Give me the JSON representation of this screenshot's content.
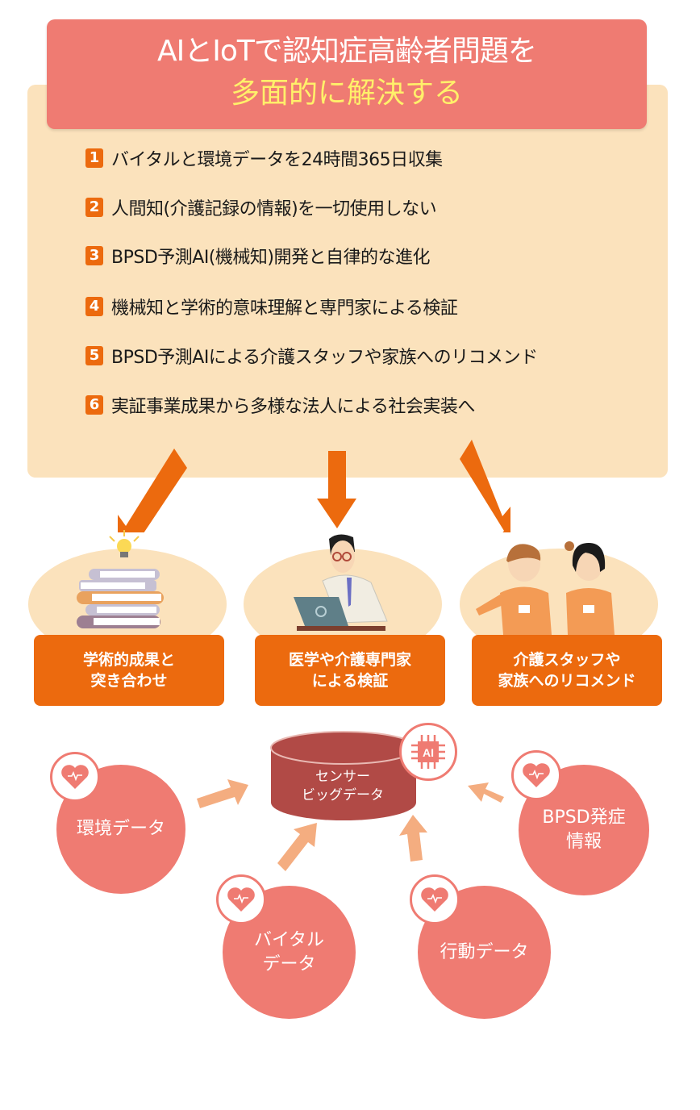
{
  "title": {
    "line1": "AIとIoTで認知症高齢者問題を",
    "line2": "多面的に解決する"
  },
  "points": [
    {
      "num": "1",
      "text": "バイタルと環境データを24時間365日収集"
    },
    {
      "num": "2",
      "text": "人間知(介護記録の情報)を一切使用しない"
    },
    {
      "num": "3",
      "text": "BPSD予測AI(機械知)開発と自律的な進化"
    },
    {
      "num": "4",
      "text": "機械知と学術的意味理解と専門家による検証"
    },
    {
      "num": "5",
      "text": "BPSD予測AIによる介護スタッフや家族へのリコメンド"
    },
    {
      "num": "6",
      "text": "実証事業成果から多様な法人による社会実装へ"
    }
  ],
  "results": [
    {
      "line1": "学術的成果と",
      "line2": "突き合わせ",
      "illustration": "books-lightbulb"
    },
    {
      "line1": "医学や介護専門家",
      "line2": "による検証",
      "illustration": "doctor-laptop"
    },
    {
      "line1": "介護スタッフや",
      "line2": "家族へのリコメンド",
      "illustration": "care-staff"
    }
  ],
  "database": {
    "line1": "センサー",
    "line2": "ビッグデータ",
    "badge": "AI"
  },
  "sources": [
    {
      "line1": "環境データ",
      "line2": ""
    },
    {
      "line1": "BPSD発症",
      "line2": "情報"
    },
    {
      "line1": "バイタル",
      "line2": "データ"
    },
    {
      "line1": "行動データ",
      "line2": ""
    }
  ],
  "colors": {
    "coral": "#ef7b72",
    "orange": "#ec6a0e",
    "peach": "#fbe2bc",
    "yellow_text": "#fff06a",
    "db_red": "#b14a46",
    "light_arrow": "#f4ad80"
  }
}
